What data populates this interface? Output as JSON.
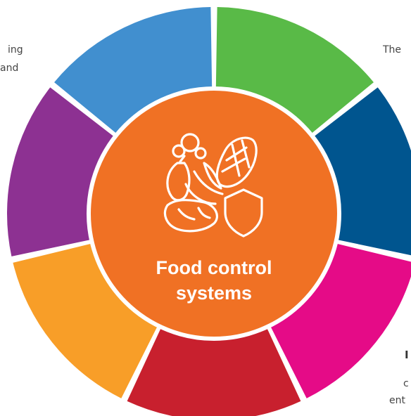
{
  "center": {
    "title_line1": "Food control",
    "title_line2": "systems",
    "icon": "food-shield-icon",
    "color": "#f07124"
  },
  "segments": [
    {
      "name": "segment-green",
      "color": "#59ba47"
    },
    {
      "name": "segment-dark-blue",
      "color": "#00558f"
    },
    {
      "name": "segment-magenta",
      "color": "#e50b87"
    },
    {
      "name": "segment-red",
      "color": "#c8202e"
    },
    {
      "name": "segment-orange",
      "color": "#f89e28"
    },
    {
      "name": "segment-purple",
      "color": "#8d3192"
    },
    {
      "name": "segment-blue",
      "color": "#418fcf"
    }
  ],
  "outside_text": {
    "left_line1": "ing",
    "left_line2": "and",
    "right_line1": "The",
    "right_line2": "I",
    "right_line3": "c",
    "right_line4": "ent"
  }
}
